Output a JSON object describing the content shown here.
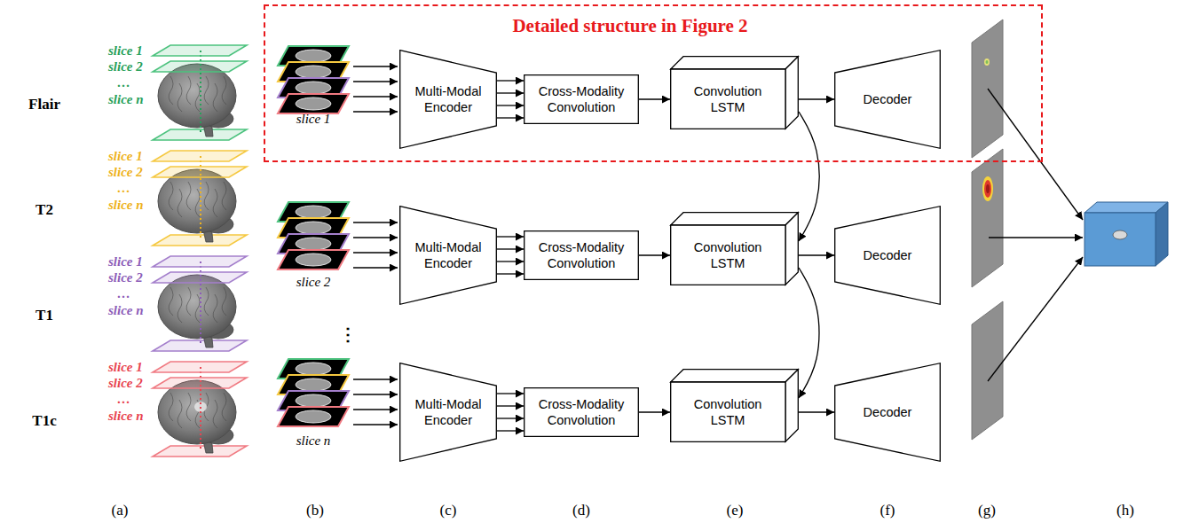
{
  "diagram": {
    "nodes": [
      {
        "text": [
          "Detailed structure in Figure 2"
        ]
      },
      {
        "text": [
          "Multi-Modal Encoder"
        ],
        "in": 0
      },
      {
        "text": [
          "Cross-Modality Convolution"
        ],
        "in": 0
      },
      {
        "text": [
          "Convolution LSTM"
        ],
        "in": 0
      },
      {
        "text": [
          "Decoder"
        ],
        "in": 0
      },
      {
        "text": [
          "Multi-Modal Encoder"
        ]
      },
      {
        "text": [
          "Cross-Modality Convolution"
        ]
      },
      {
        "text": [
          "Convolution LSTM"
        ]
      },
      {
        "text": [
          "Decoder"
        ]
      },
      {
        "text": [
          "Multi-Modal Encoder"
        ]
      },
      {
        "text": [
          "Cross-Modality Convolution"
        ]
      },
      {
        "text": [
          "Convolution LSTM"
        ]
      },
      {
        "text": [
          "Decoder"
        ]
      }
    ],
    "edges": [
      {
        "from": 1,
        "to": 2,
        "arrow": "to"
      },
      {
        "from": 1,
        "to": 2,
        "arrow": "to"
      },
      {
        "from": 1,
        "to": 2,
        "arrow": "to"
      },
      {
        "from": 1,
        "to": 2,
        "arrow": "to"
      },
      {
        "from": 2,
        "to": 3,
        "arrow": "to"
      },
      {
        "from": 3,
        "to": 4,
        "arrow": "to"
      },
      {
        "from": 5,
        "to": 6,
        "arrow": "to"
      },
      {
        "from": 5,
        "to": 6,
        "arrow": "to"
      },
      {
        "from": 5,
        "to": 6,
        "arrow": "to"
      },
      {
        "from": 5,
        "to": 6,
        "arrow": "to"
      },
      {
        "from": 6,
        "to": 7,
        "arrow": "to"
      },
      {
        "from": 7,
        "to": 8,
        "arrow": "to"
      },
      {
        "from": 9,
        "to": 10,
        "arrow": "to"
      },
      {
        "from": 9,
        "to": 10,
        "arrow": "to"
      },
      {
        "from": 9,
        "to": 10,
        "arrow": "to"
      },
      {
        "from": 9,
        "to": 10,
        "arrow": "to"
      },
      {
        "from": 10,
        "to": 11,
        "arrow": "to"
      },
      {
        "from": 11,
        "to": 12,
        "arrow": "to"
      },
      {
        "from": 3,
        "to": 7,
        "arrow": "to"
      },
      {
        "from": 7,
        "to": 11,
        "arrow": "to"
      }
    ],
    "labels": [
      "Flair",
      "slice 1",
      "slice 2",
      "…",
      "slice n",
      "T2",
      "slice 1",
      "slice 2",
      "…",
      "slice n",
      "T1",
      "slice 1",
      "slice 2",
      "…",
      "slice n",
      "T1c",
      "slice 1",
      "slice 2",
      "…",
      "slice n",
      "slice 1",
      "slice 2",
      "⋮",
      "slice n",
      "(a)",
      "(b)",
      "(c)",
      "(d)",
      "(e)",
      "(f)",
      "(g)",
      "(h)"
    ]
  }
}
